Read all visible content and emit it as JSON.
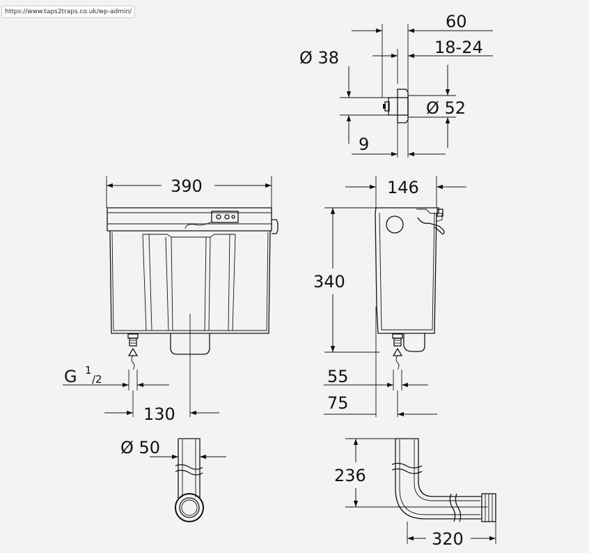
{
  "browser": {
    "status_url": "https://www.taps2traps.co.uk/wp-admin/"
  },
  "drawing": {
    "button_top_view": {
      "dim_60": "60",
      "dim_18_24": "18-24",
      "dim_d38": "Ø 38",
      "dim_d52": "Ø 52",
      "dim_9": "9"
    },
    "cistern_front": {
      "dim_390": "390",
      "thread_g": "G",
      "thread_num": "1",
      "thread_den": "/2",
      "dim_130": "130"
    },
    "cistern_side": {
      "dim_146": "146",
      "dim_340": "340",
      "dim_55": "55",
      "dim_75": "75"
    },
    "flush_pipe_front": {
      "dim_d50": "Ø 50"
    },
    "flush_pipe_side": {
      "dim_236": "236",
      "dim_320": "320"
    }
  }
}
